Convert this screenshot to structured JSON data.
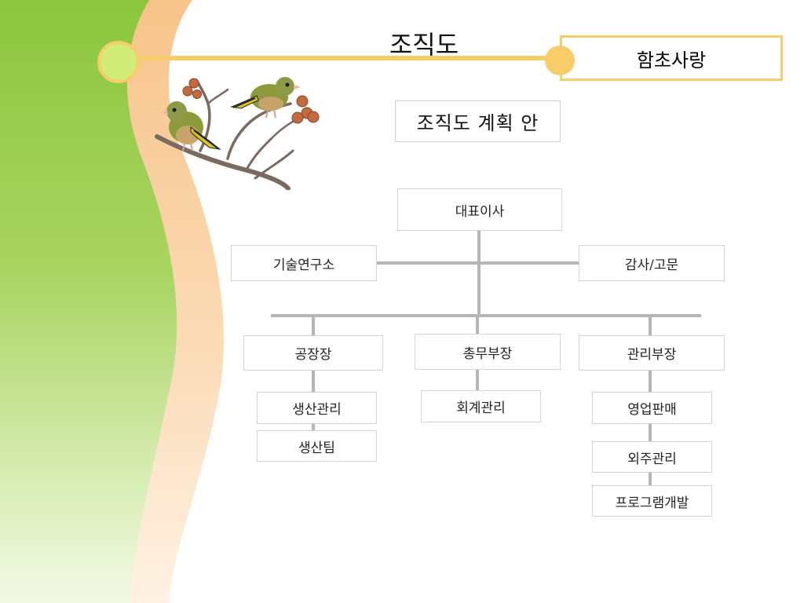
{
  "slide": {
    "title": "조직도",
    "brand": "함초사랑",
    "subtitle": "조직도 계획 안"
  },
  "org": {
    "ceo": "대표이사",
    "lab": "기술연구소",
    "audit": "감사/고문",
    "factory_head": "공장장",
    "general_affairs": "총무부장",
    "admin_head": "관리부장",
    "production_mgmt": "생산관리",
    "production_team": "생산팀",
    "accounting": "회계관리",
    "sales": "영업판매",
    "outsourcing": "외주관리",
    "program_dev": "프로그램개발"
  },
  "colors": {
    "accent": "#f7cd6a",
    "green": "#8cc63e",
    "peach": "#f9c995",
    "connector": "#b5b5b5"
  }
}
